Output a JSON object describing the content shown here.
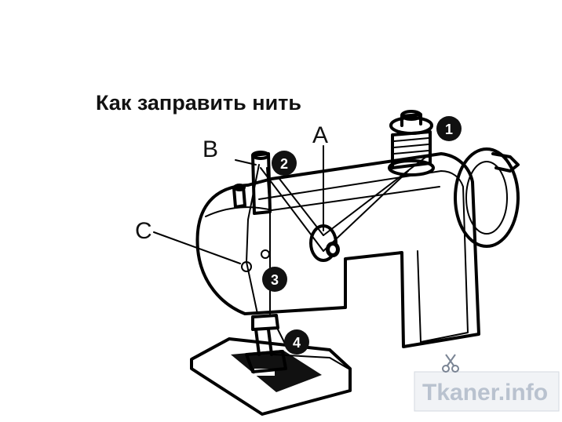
{
  "title": "Как заправить нить",
  "labels": {
    "a": "A",
    "b": "B",
    "c": "C"
  },
  "steps": [
    "1",
    "2",
    "3",
    "4"
  ],
  "watermark": "Tkaner.info",
  "colors": {
    "ink": "#000000",
    "badge": "#111111",
    "watermark": "#b9c2cf"
  }
}
